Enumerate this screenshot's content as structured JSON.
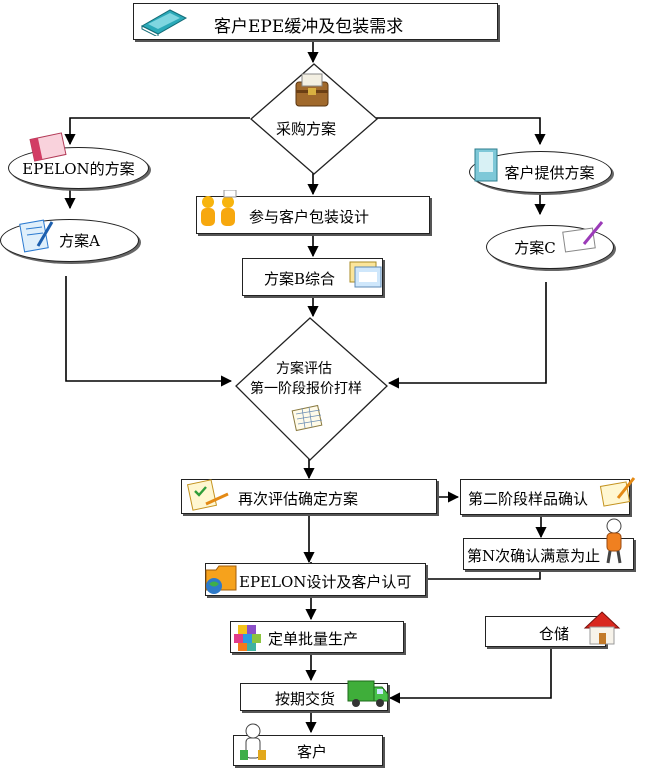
{
  "nodes": {
    "top": "客户EPE缓冲及包装需求",
    "purchase": "采购方案",
    "epelon_plan": "EPELON的方案",
    "client_plan": "客户提供方案",
    "join_design": "参与客户包装设计",
    "plan_a": "方案A",
    "plan_c": "方案C",
    "plan_b": "方案B综合",
    "evaluate_line1": "方案评估",
    "evaluate_line2": "第一阶段报价打样",
    "reconfirm": "再次评估确定方案",
    "stage2": "第二阶段样品确认",
    "nth_confirm": "第N次确认满意为止",
    "epelon_design": "EPELON设计及客户认可",
    "order": "定单批量生产",
    "storage": "仓储",
    "delivery": "按期交货",
    "customer": "客户"
  },
  "icons": [
    "book-icon",
    "briefcase-icon",
    "notebook-icon",
    "document-icon",
    "people-icon",
    "notepad-icon",
    "files-icon",
    "grid-sheet-icon",
    "checklist-icon",
    "folder-icon",
    "person-icon",
    "blocks-icon",
    "house-icon",
    "truck-icon",
    "shopper-icon"
  ]
}
